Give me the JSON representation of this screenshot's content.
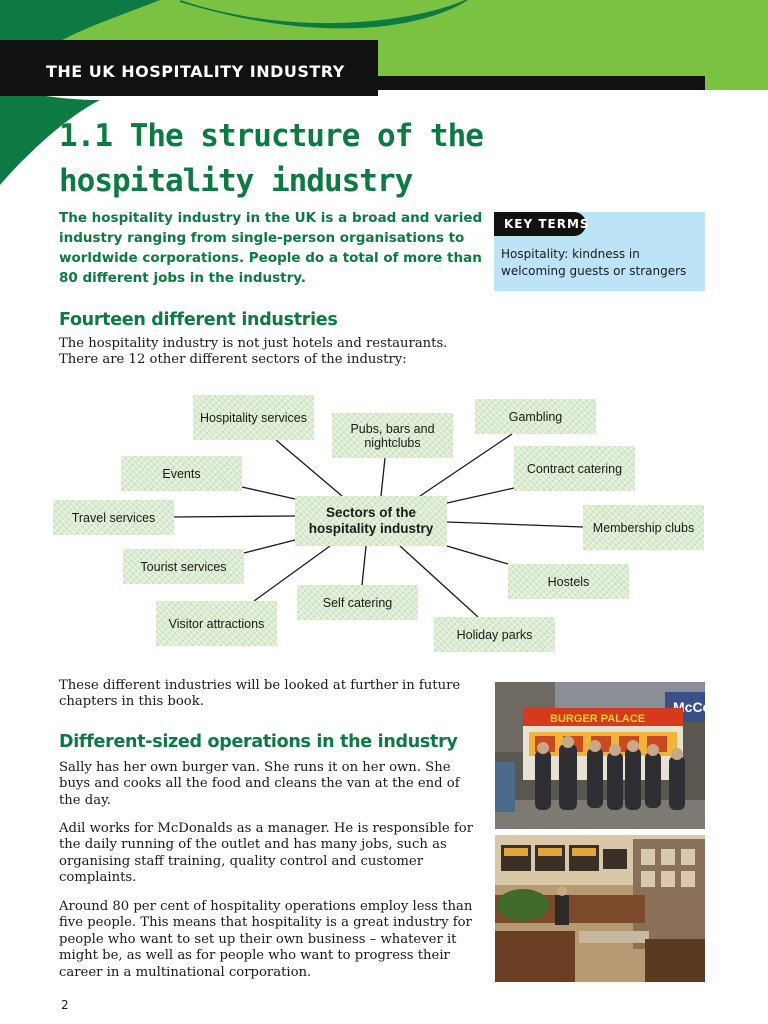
{
  "header": {
    "section_label": "THE UK HOSPITALITY INDUSTRY",
    "colors": {
      "green_light": "#7cc242",
      "green_dark": "#0e7a43",
      "bar": "#111111"
    }
  },
  "title": "1.1 The structure of the hospitality industry",
  "intro": "The hospitality industry in the UK is a broad and varied industry ranging from single-person organisations to worldwide corporations. People do a total of more than 80 different jobs in the industry.",
  "key_terms": {
    "label": "KEY TERMS",
    "text": "Hospitality: kindness in welcoming guests or strangers",
    "color": "#bde3f7"
  },
  "section1": {
    "heading": "Fourteen different industries",
    "paragraph": "The hospitality industry is not just hotels and restaurants. There are 12 other different sectors of the industry:"
  },
  "diagram": {
    "center": "Sectors of the hospitality industry",
    "nodes": [
      "Hospitality services",
      "Pubs, bars and nightclubs",
      "Gambling",
      "Events",
      "Contract catering",
      "Travel services",
      "Membership clubs",
      "Tourist services",
      "Hostels",
      "Visitor attractions",
      "Self catering",
      "Holiday parks"
    ]
  },
  "after_diagram": "These different industries will be looked at further in future chapters in this book.",
  "section2": {
    "heading": "Different-sized operations in the industry",
    "paragraphs": [
      "Sally has her own burger van. She runs it on her own. She buys and cooks all the food and cleans the van at the end of the day.",
      "Adil works for McDonalds as a manager. He is responsible for the daily running of the outlet and has many jobs, such as organising staff training, quality control and customer complaints.",
      "Around 80 per cent of hospitality operations employ less than five people. This means that hospitality is a great industry for people who want to set up their own business – whatever it might be, as well as for people who want to progress their career in a multinational corporation."
    ]
  },
  "photos": {
    "photo1_sign": "BURGER PALACE",
    "photo1_sign2": "McCol"
  },
  "page_number": "2"
}
